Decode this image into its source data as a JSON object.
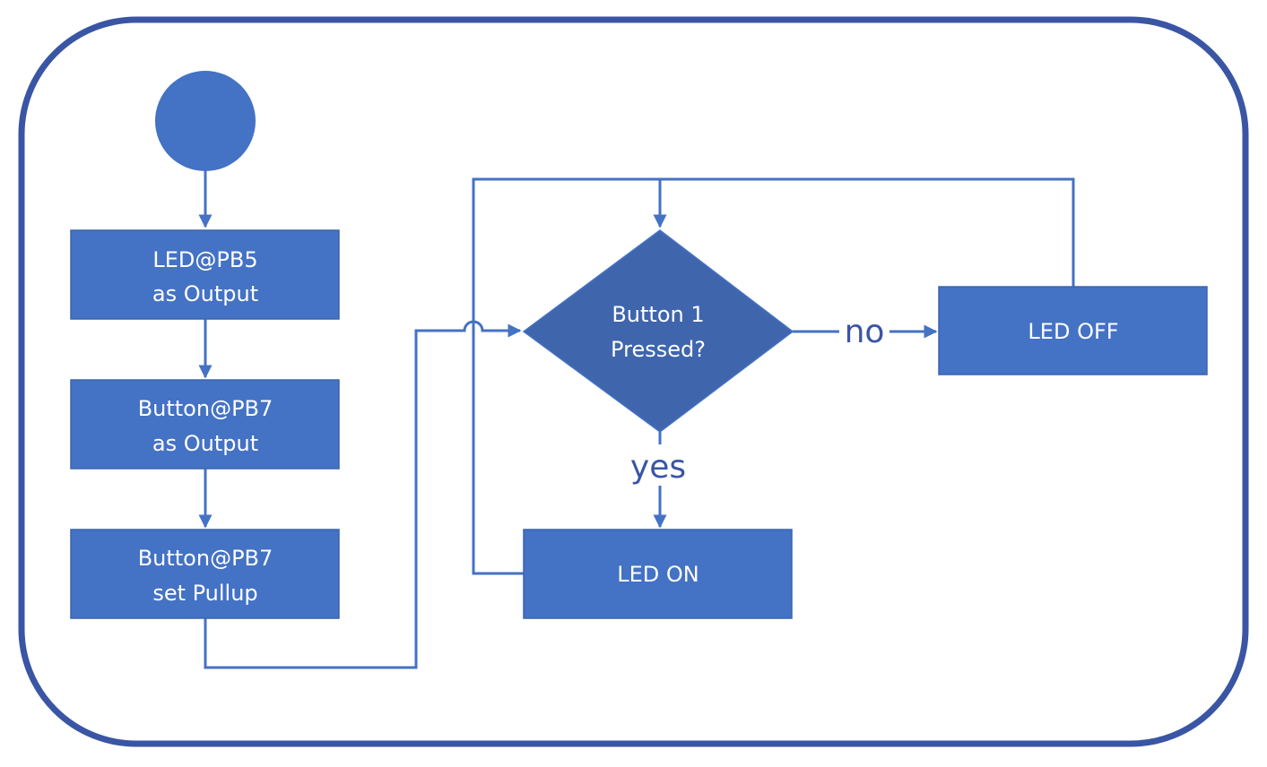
{
  "nodes": {
    "init_led": {
      "line1": "LED@PB5",
      "line2": "as Output"
    },
    "init_button": {
      "line1": "Button@PB7",
      "line2": "as Output"
    },
    "set_pullup": {
      "line1": "Button@PB7",
      "line2": "set Pullup"
    },
    "decision": {
      "line1": "Button 1",
      "line2": "Pressed?"
    },
    "led_off": {
      "label": "LED OFF"
    },
    "led_on": {
      "label": "LED ON"
    }
  },
  "edges": {
    "no_label": "no",
    "yes_label": "yes"
  },
  "colors": {
    "frame_border": "#3a55a4",
    "node_fill": "#4472c4",
    "decision_fill": "#3f65ad",
    "connector": "#4472c4",
    "edge_label_text": "#3a55a4",
    "node_text": "#ffffff"
  }
}
